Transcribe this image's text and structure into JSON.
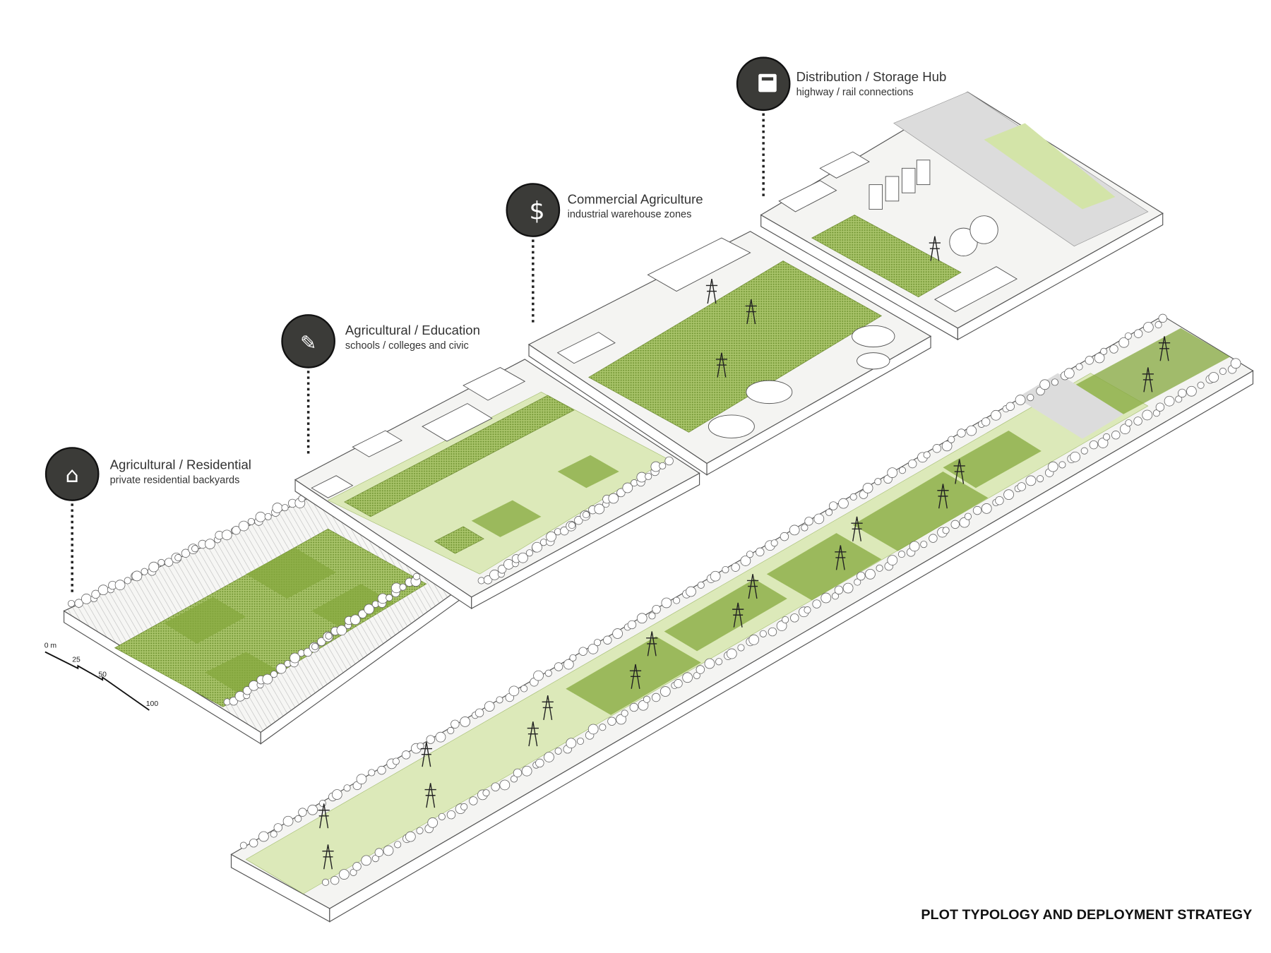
{
  "typologies": [
    {
      "title": "Agricultural / Residential",
      "subtitle": "private residential backyards",
      "icon": "wheat-house-icon"
    },
    {
      "title": "Agricultural / Education",
      "subtitle": "schools / colleges and civic",
      "icon": "wheat-reader-icon"
    },
    {
      "title": "Commercial Agriculture",
      "subtitle": "industrial warehouse zones",
      "icon": "wheat-dollar-icon"
    },
    {
      "title": "Distribution / Storage Hub",
      "subtitle": "highway / rail connections",
      "icon": "wheat-truck-icon"
    }
  ],
  "scale_bar": {
    "labels": [
      "0 m",
      "25",
      "50",
      "100"
    ]
  },
  "footer": {
    "title": "PLOT TYPOLOGY AND DEPLOYMENT STRATEGY"
  },
  "colors": {
    "field": "#8aac45",
    "light_field": "#dce9b9",
    "icon_bg": "#3b3b38"
  }
}
